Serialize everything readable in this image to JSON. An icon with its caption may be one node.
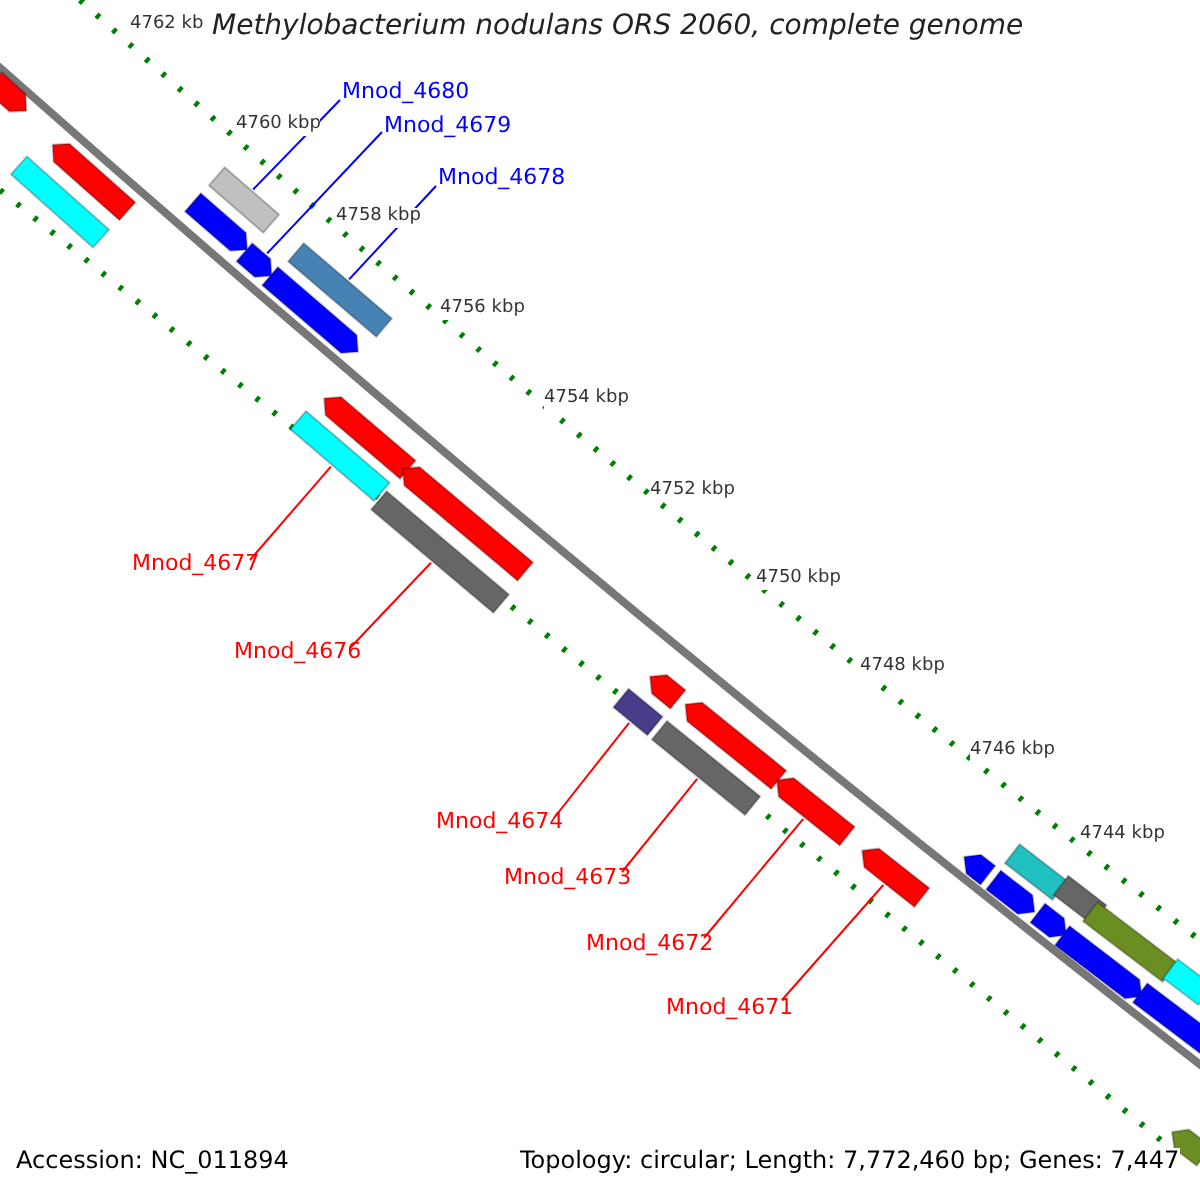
{
  "diagram": {
    "title": "Methylobacterium nodulans ORS 2060, complete genome",
    "nodes": [
      {
        "text": [
          "Mnod_4680"
        ]
      },
      {
        "text": [
          "Mnod_4679"
        ]
      },
      {
        "text": [
          "Mnod_4678"
        ]
      },
      {
        "text": [
          "Mnod_4677"
        ]
      },
      {
        "text": [
          "Mnod_4676"
        ]
      },
      {
        "text": [
          "Mnod_4674"
        ]
      },
      {
        "text": [
          "Mnod_4673"
        ]
      },
      {
        "text": [
          "Mnod_4672"
        ]
      },
      {
        "text": [
          "Mnod_4671"
        ]
      },
      {
        "text": [],
        "shape": "arrow"
      },
      {
        "text": [],
        "shape": "arrow"
      },
      {
        "text": [],
        "shape": "bar"
      },
      {
        "text": [],
        "shape": "bar"
      },
      {
        "text": [],
        "shape": "arrow"
      },
      {
        "text": [],
        "shape": "arrow"
      },
      {
        "text": [],
        "shape": "bar"
      },
      {
        "text": [],
        "shape": "arrow"
      },
      {
        "text": [],
        "shape": "arrow"
      },
      {
        "text": [],
        "shape": "bar"
      },
      {
        "text": [],
        "shape": "arrow"
      },
      {
        "text": [],
        "shape": "bar"
      },
      {
        "text": [],
        "shape": "arrow"
      },
      {
        "text": [],
        "shape": "bar"
      },
      {
        "text": [],
        "shape": "arrow"
      },
      {
        "text": [],
        "shape": "bar"
      },
      {
        "text": [],
        "shape": "arrow"
      },
      {
        "text": [],
        "shape": "arrow"
      },
      {
        "text": [],
        "shape": "bar"
      },
      {
        "text": [],
        "shape": "arrow"
      },
      {
        "text": [],
        "shape": "arrow"
      },
      {
        "text": [],
        "shape": "bar"
      },
      {
        "text": [],
        "shape": "arrow"
      },
      {
        "text": [],
        "shape": "bar"
      },
      {
        "text": [],
        "shape": "arrow"
      },
      {
        "text": [],
        "shape": "bar"
      },
      {
        "text": [],
        "shape": "bar"
      },
      {
        "text": [],
        "shape": "arrow"
      }
    ],
    "edges": [
      {
        "from": 0,
        "to": 11,
        "arrow": "none",
        "color": "#0000ff"
      },
      {
        "from": 1,
        "to": 14,
        "arrow": "none",
        "color": "#0000ff"
      },
      {
        "from": 2,
        "to": 15,
        "arrow": "none",
        "color": "#0000ff"
      },
      {
        "from": 3,
        "to": 18,
        "arrow": "none"
      },
      {
        "from": 4,
        "to": 20,
        "arrow": "none"
      },
      {
        "from": 5,
        "to": 22,
        "arrow": "none"
      },
      {
        "from": 6,
        "to": 24,
        "arrow": "none"
      },
      {
        "from": 7,
        "to": 25,
        "arrow": "none"
      },
      {
        "from": 8,
        "to": 28,
        "arrow": "none"
      }
    ],
    "labels": [
      "4762 kb",
      "4760 kbp",
      "4758 kbp",
      "4756 kbp",
      "4754 kbp",
      "4752 kbp",
      "4750 kbp",
      "4748 kbp",
      "4746 kbp",
      "4744 kbp",
      "Accession: NC_011894",
      "Topology: circular; Length: 7,772,460 bp; Genes: 7,447"
    ]
  }
}
